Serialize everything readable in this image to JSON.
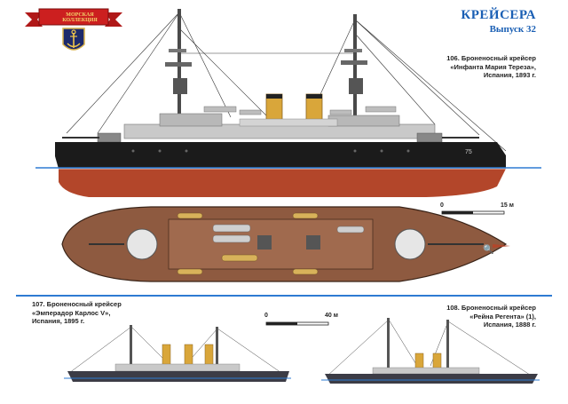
{
  "header": {
    "ribbon_label": "МОРСКАЯ КОЛЛЕКЦИЯ",
    "series_title": "КРЕЙСЕРА",
    "issue": "Выпуск 32"
  },
  "captions": {
    "ship106": [
      "106. Броненосный крейсер",
      "«Инфанта Мария Тереза»,",
      "Испания, 1893 г."
    ],
    "ship107": [
      "107. Броненосный крейсер",
      "«Эмперадор Карлос V»,",
      "Испания, 1895 г."
    ],
    "ship108": [
      "108. Броненосный крейсер",
      "«Рейна Регента» (1),",
      "Испания, 1888 г."
    ]
  },
  "scales": {
    "large": {
      "start": "0",
      "end": "15 м"
    },
    "small": {
      "start": "0",
      "end": "40 м"
    }
  },
  "colors": {
    "brand_blue": "#1a5fb4",
    "hull_black": "#1b1b1b",
    "hull_red": "#b3462a",
    "deck_brown": "#8e5a40",
    "funnel_gold": "#d9a63a",
    "divider_blue": "#2e7bd3"
  },
  "icons": {
    "emblem": "anchor-icon",
    "cursor": "magnifier-icon"
  }
}
